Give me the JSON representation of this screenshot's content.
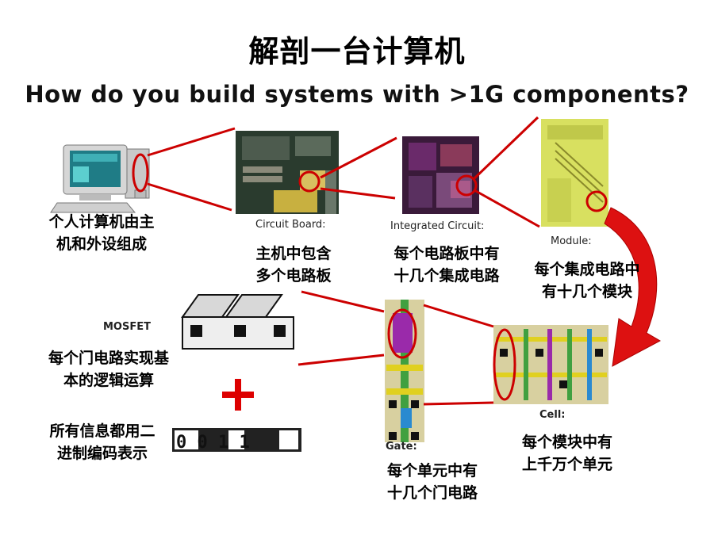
{
  "title": "解剖一台计算机",
  "subtitle": "How do you build systems with >1G components?",
  "labels": {
    "circuit_board": "Circuit Board:",
    "integrated_circuit": "Integrated Circuit:",
    "module": "Module:",
    "mosfet": "MOSFET",
    "cell": "Cell:",
    "gate": "Gate:",
    "binary": "0 0 1 1"
  },
  "captions": {
    "pc_line1": "个人计算机由主",
    "pc_line2": "机和外设组成",
    "board_line1": "主机中包含",
    "board_line2": "多个电路板",
    "ic_line1": "每个电路板中有",
    "ic_line2": "十几个集成电路",
    "module_line1": "每个集成电路中",
    "module_line2": "有十几个模块",
    "gate_func_line1": "每个门电路实现基",
    "gate_func_line2": "本的逻辑运算",
    "binary_line1": "所有信息都用二",
    "binary_line2": "进制编码表示",
    "cell_line1": "每个模块中有",
    "cell_line2": "上千万个单元",
    "gate_line1": "每个单元中有",
    "gate_line2": "十几个门电路"
  },
  "colors": {
    "connector": "#cc0000",
    "plus": "#dd0000"
  }
}
